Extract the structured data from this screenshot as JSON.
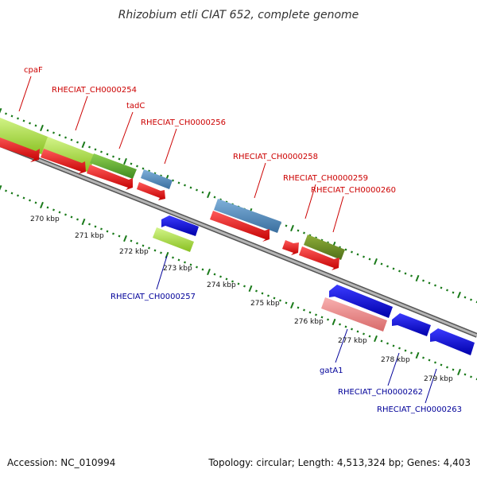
{
  "title": "Rhizobium etli CIAT 652, complete genome",
  "footer": {
    "accession": "Accession: NC_010994",
    "summary": "Topology: circular; Length: 4,513,324 bp; Genes: 4,403"
  },
  "colors": {
    "forward_label": "#cc0000",
    "reverse_label": "#000099",
    "backbone": "#888888",
    "tick": "#1a7a1a"
  },
  "kbp_labels": [
    "270 kbp",
    "271 kbp",
    "272 kbp",
    "273 kbp",
    "274 kbp",
    "275 kbp",
    "276 kbp",
    "277 kbp",
    "278 kbp",
    "279 kbp"
  ],
  "genes_forward": [
    {
      "label": "cpaF",
      "color": "#aadd44"
    },
    {
      "label": "RHECIAT_CH0000254",
      "color": "#aadd44"
    },
    {
      "label": "tadC",
      "color": "#5a9a2a"
    },
    {
      "label": "RHECIAT_CH0000256",
      "color": "#4a86b8"
    },
    {
      "label": "RHECIAT_CH0000258",
      "color": "#4a86b8"
    },
    {
      "label": "RHECIAT_CH0000259",
      "color": "#ee0000"
    },
    {
      "label": "RHECIAT_CH0000260",
      "color": "#6b8e23"
    }
  ],
  "genes_reverse": [
    {
      "label": "RHECIAT_CH0000257",
      "color": "#aadd44"
    },
    {
      "label": "gatA1",
      "color": "#ee8888"
    },
    {
      "label": "RHECIAT_CH0000262",
      "color": "#0000dd"
    },
    {
      "label": "RHECIAT_CH0000263",
      "color": "#0000dd"
    }
  ]
}
